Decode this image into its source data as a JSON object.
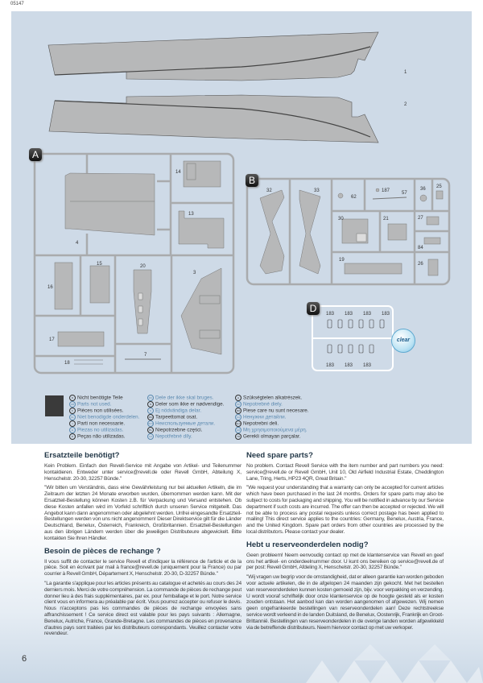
{
  "header": {
    "article_code": "05147"
  },
  "page_number": "6",
  "parts": {
    "hull": [
      {
        "number": "1"
      },
      {
        "number": "2"
      }
    ],
    "sprues": [
      {
        "letter": "A",
        "parts": [
          "4",
          "14",
          "13",
          "16",
          "15",
          "20",
          "3",
          "17",
          "18",
          "7"
        ]
      },
      {
        "letter": "B",
        "parts": [
          "32",
          "33",
          "62",
          "187",
          "57",
          "36",
          "25",
          "30",
          "21",
          "27",
          "84",
          "19",
          "26"
        ]
      },
      {
        "letter": "D",
        "parts": [
          "183",
          "183",
          "183",
          "183",
          "183",
          "183",
          "183"
        ],
        "badge": "clear"
      }
    ]
  },
  "legend": {
    "items": [
      {
        "code": "D",
        "text": "Nicht benötigte Teile",
        "tone": "dark"
      },
      {
        "code": "GB",
        "text": "Parts not used.",
        "tone": "blue"
      },
      {
        "code": "F",
        "text": "Pièces non utilisées.",
        "tone": "dark"
      },
      {
        "code": "NL",
        "text": "Niet benodigde onderdelen.",
        "tone": "blue"
      },
      {
        "code": "I",
        "text": "Parti non necessarie.",
        "tone": "dark"
      },
      {
        "code": "E",
        "text": "Piezas no utilizadas.",
        "tone": "blue"
      },
      {
        "code": "P",
        "text": "Peças não utilizadas.",
        "tone": "dark"
      },
      {
        "code": "DK",
        "text": "Dele der ikke skal bruges.",
        "tone": "blue"
      },
      {
        "code": "N",
        "text": "Deler som ikke er nødvendige.",
        "tone": "dark"
      },
      {
        "code": "S",
        "text": "Ej nödvändiga delar.",
        "tone": "blue"
      },
      {
        "code": "FIN",
        "text": "Tarpeettomat osat.",
        "tone": "dark"
      },
      {
        "code": "RUS",
        "text": "Неиспользуемые детали.",
        "tone": "blue"
      },
      {
        "code": "PL",
        "text": "Niepotrzebne części.",
        "tone": "dark"
      },
      {
        "code": "CZ",
        "text": "Nepotřebné díly.",
        "tone": "blue"
      },
      {
        "code": "H",
        "text": "Szükségtelen alkatrészek.",
        "tone": "dark"
      },
      {
        "code": "SK",
        "text": "Nepotrebné diely.",
        "tone": "blue"
      },
      {
        "code": "RO",
        "text": "Piese care nu sunt necesare.",
        "tone": "dark"
      },
      {
        "code": "UA",
        "text": "Ненужни детайли.",
        "tone": "blue"
      },
      {
        "code": "SLO",
        "text": "Nepotrebni deli.",
        "tone": "dark"
      },
      {
        "code": "GR",
        "text": "Μη χρησιμοποιούμενα μέρη.",
        "tone": "blue"
      },
      {
        "code": "TR",
        "text": "Gerekli olmayan parçalar.",
        "tone": "dark"
      }
    ]
  },
  "service": {
    "de": {
      "heading": "Ersatzteile benötigt?",
      "p1": "Kein Problem. Einfach den Revell-Service mit Angabe von Artikel- und Teilenummer kontaktieren. Entweder unter service@revell.de oder Revell GmbH, Abteilung X, Henschelstr. 20-30, 32257 Bünde.\"",
      "p2": "\"Wir bitten um Verständnis, dass eine Gewährleistung nur bei aktuellen Artikeln, die im Zeitraum der letzten 24 Monate erworben wurden, übernommen werden kann. Mit der Ersatzteil-Bestellung können Kosten z.B. für Verpackung und Versand entstehen. Ob diese Kosten anfallen wird im Vorfeld schriftlich durch unseren Service mitgeteilt. Das Angebot kann dann angenommen oder abgelehnt werden. Unfrei eingesandte Ersatzteil-Bestellungen werden von uns nicht angenommen! Dieser Direktservice gilt für die Länder Deutschland, Benelux, Österreich, Frankreich, Großbritannien. Ersatzteil-Bestellungen aus den übrigen Ländern werden über die jeweiligen Distributeure abgewickelt. Bitte kontakten Sie Ihren Händler."
    },
    "fr": {
      "heading": "Besoin de pièces de rechange ?",
      "p1": "Il vous suffit de contacter le service Revell et d'indiquer la référence de l'article et de la pièce. Soit en écrivant par mail à france@revell.de (uniquement pour la France) ou par courrier à Revell GmbH, Département X, Henschelstr. 20-30, D-32257 Bünde.\"",
      "p2": "\"La garantie s'applique pour les articles présents au catalogue et achetés au cours des 24 derniers mois. Merci de votre compréhension. La commande de pièces de rechange peut donner lieu à des frais supplémentaires, par ex. pour l'emballage et le port. Notre service client vous en informera au préalable par écrit. Vous pourrez accepter ou refuser le devis. Nous n'acceptons pas les commandes de pièces de rechange envoyées sans affranchissement ! Ce service direct est valable pour les pays suivants : Allemagne, Benelux, Autriche, France, Grande-Bretagne. Les commandes de pièces en provenance d'autres pays sont traitées par les distributeurs correspondants. Veuillez contacter votre revendeur."
    },
    "en": {
      "heading": "Need spare parts?",
      "p1": "No problem. Contact Revell Service with the item number and part numbers you need: service@revell.de or Revell GmbH, Unit 10, Old Airfield Industrial Estate, Cheddington Lane, Tring, Herts, HP23 4QR, Great Britain.\"",
      "p2": "\"We request your understanding that a warranty can only be accepted for current articles which have been purchased in the last 24 months. Orders for spare parts may also be subject to costs for packaging and shipping. You will be notified in advance by our Service department if such costs are incurred. The offer can then be accepted or rejected. We will not be able to process any postal requests unless correct postage has been applied to mailing! This direct service applies to the countries: Germany, Benelux, Austria, France, and the United Kingdom. Spare part orders from other countries are processed by the local distributors. Please contact your dealer."
    },
    "nl": {
      "heading": "Hebt u reserveonderdelen nodig?",
      "p1": "Geen probleem! Neem eenvoudig contact op met de klantenservice van Revell en geef ons het artikel- en onderdeelnummer door. U kunt ons bereiken op service@revell.de of per post: Revell GmbH, Afdeling X, Henschelstr. 20-30, 32257 Bünde.\"",
      "p2": "\"Wij vragen uw begrip voor de omstandigheid, dat er alleen garantie kan worden geboden voor actuele artikelen, die in de afgelopen 24 maanden zijn gekocht. Met het bestellen van reserveonderdelen kunnen kosten gemoeid zijn, bijv. voor verpakking en verzending. U wordt vooraf schriftelijk door onze klantenservice op de hoogte gesteld als er kosten zouden ontstaan. Het aanbod kan dan worden aangenomen of afgewezen. Wij nemen geen ongefrankeerde bestellingen van reserveonderdelen aan! Deze rechtstreekse service wordt verleend in de landen Duitsland, de Benelux, Oostenrijk, Frankrijk en Groot-Brittannië. Bestellingen van reserveonderdelen in de overige landen worden afgewikkeld via de betreffende distributeurs. Neem hiervoor contact op met uw verkoper."
    }
  },
  "colors": {
    "panel": "#cedae7",
    "sprue": "#a9abad",
    "part": "#b7b8b9",
    "unused": "#3a3a3a",
    "accent_blue": "#5c8ab0"
  }
}
